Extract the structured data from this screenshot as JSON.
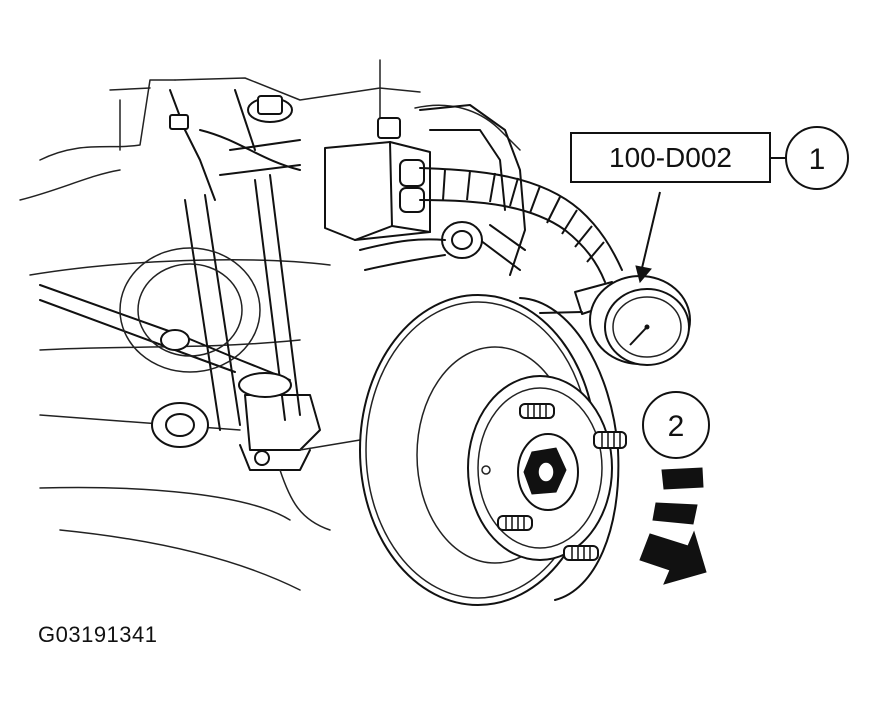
{
  "figure": {
    "tool_label": "100-D002",
    "callout_1": "1",
    "callout_2": "2",
    "figure_id": "G03191341"
  },
  "icons": [
    "dial-indicator-icon",
    "rotation-arrow-icon"
  ]
}
